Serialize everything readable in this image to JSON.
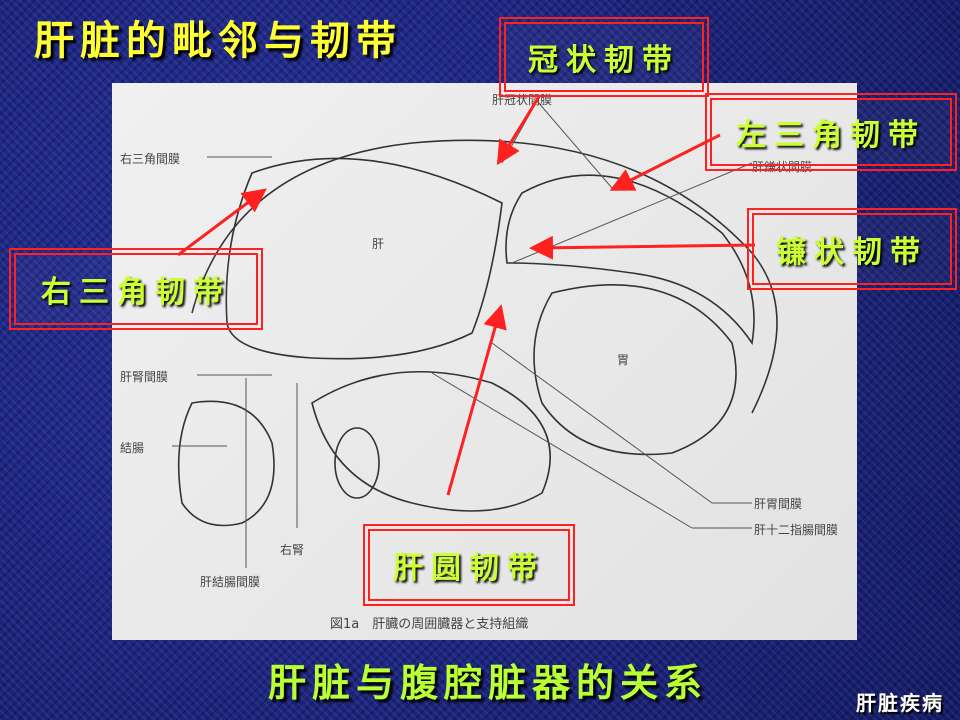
{
  "slide": {
    "title": "肝脏的毗邻与韧带",
    "subtitle": "肝脏与腹腔脏器的关系",
    "corner_label": "肝脏疾病"
  },
  "callouts": {
    "coronary": "冠状韧带",
    "left_triangular": "左三角韧带",
    "falciform": "镰状韧带",
    "right_triangular": "右三角韧带",
    "round": "肝圆韧带"
  },
  "figure": {
    "labels": {
      "coronary_membrane": "肝冠状間膜",
      "falciform_membrane": "肝鎌状間膜",
      "right_triangular_membrane": "右三角間膜",
      "liver": "肝",
      "stomach": "胃",
      "hepatorenal": "肝腎間膜",
      "colon": "結腸",
      "right_kidney": "右腎",
      "hepatocolic": "肝結腸間膜",
      "hepatogastric": "肝胃間膜",
      "hepatoduodenal": "肝十二指腸間膜"
    },
    "caption": "図1a　肝臓の周囲臓器と支持組織"
  },
  "colors": {
    "accent_red": "#ff2020",
    "title_yellow": "#ffff33",
    "callout_green": "#ccff33",
    "background": "#1a237a"
  }
}
